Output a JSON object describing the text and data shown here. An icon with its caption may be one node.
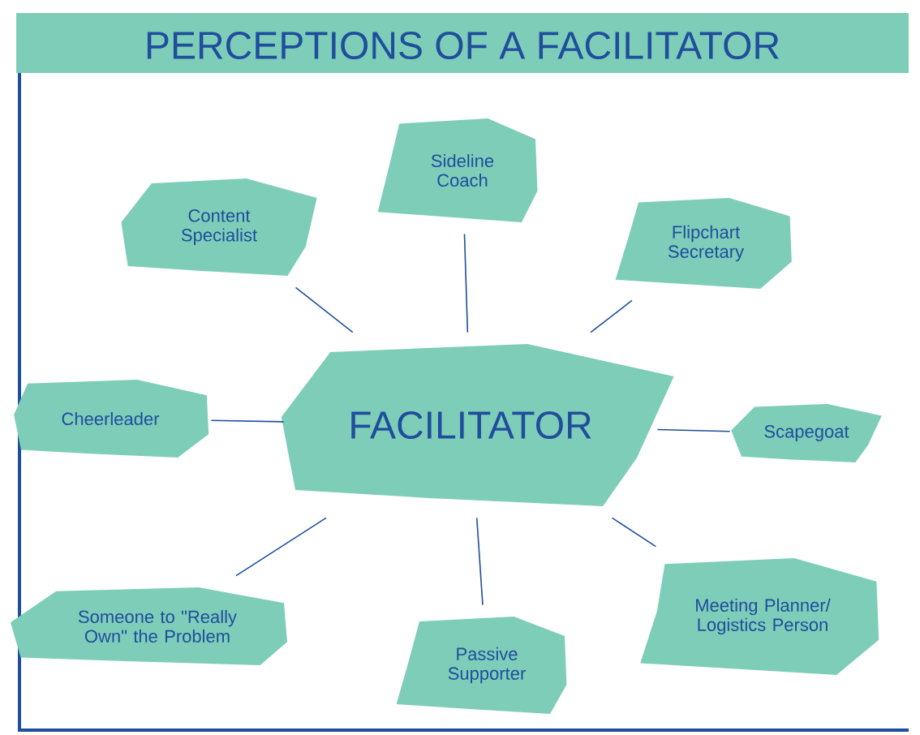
{
  "diagram": {
    "title": "PERCEPTIONS OF A FACILITATOR",
    "nodes": [
      {
        "text": [
          "FACILITATOR"
        ]
      },
      {
        "text": [
          "Content Specialist"
        ]
      },
      {
        "text": [
          "Sideline Coach"
        ]
      },
      {
        "text": [
          "Flipchart Secretary"
        ]
      },
      {
        "text": [
          "Cheerleader"
        ]
      },
      {
        "text": [
          "Scapegoat"
        ]
      },
      {
        "text": [
          "Someone to \"Really Own\" the Problem"
        ]
      },
      {
        "text": [
          "Passive Supporter"
        ]
      },
      {
        "text": [
          "Meeting Planner/ Logistics Person"
        ]
      }
    ],
    "edges": [
      {
        "from": 0,
        "to": 1,
        "arrow": "none"
      },
      {
        "from": 0,
        "to": 2,
        "arrow": "none"
      },
      {
        "from": 0,
        "to": 3,
        "arrow": "none"
      },
      {
        "from": 0,
        "to": 4,
        "arrow": "none"
      },
      {
        "from": 0,
        "to": 5,
        "arrow": "none"
      },
      {
        "from": 0,
        "to": 6,
        "arrow": "none"
      },
      {
        "from": 0,
        "to": 7,
        "arrow": "none"
      },
      {
        "from": 0,
        "to": 8,
        "arrow": "none"
      }
    ]
  }
}
